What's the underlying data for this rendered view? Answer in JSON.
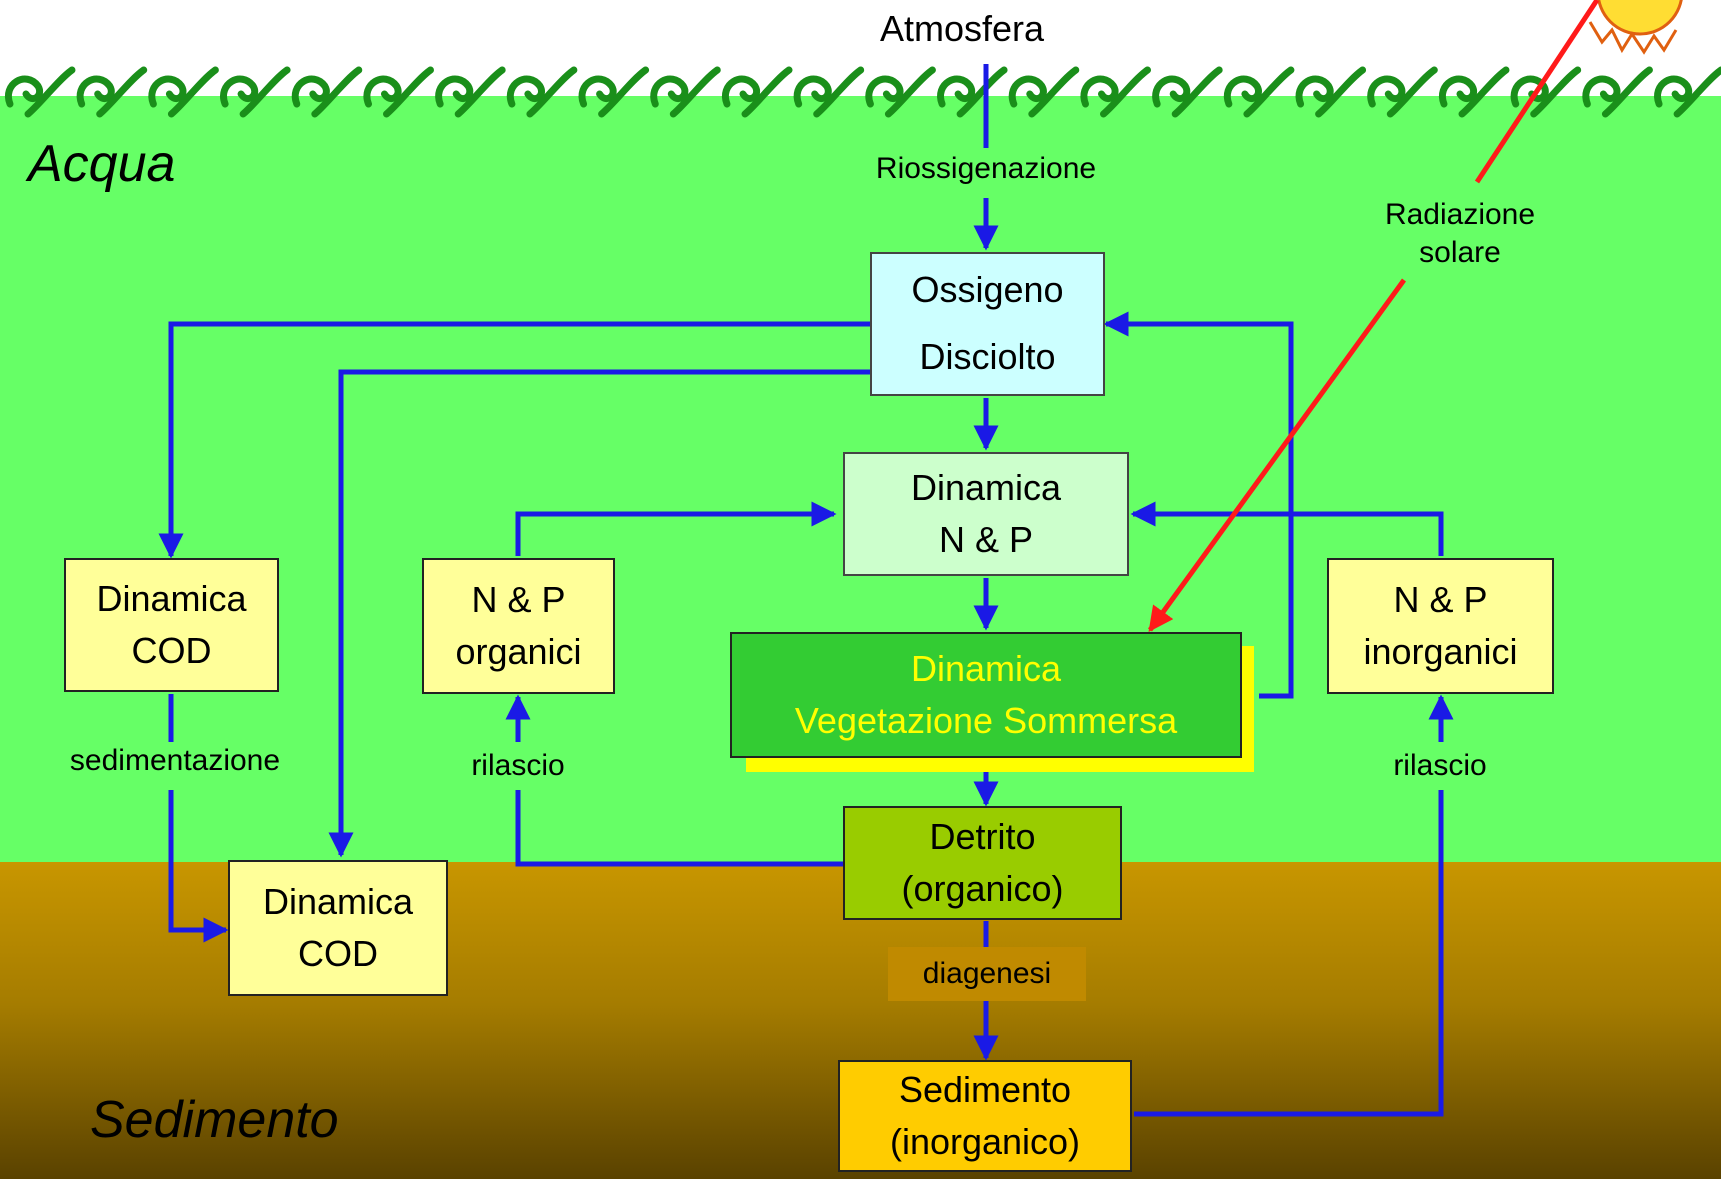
{
  "regions": {
    "atmosphere": "Atmosfera",
    "water": "Acqua",
    "sediment": "Sedimento"
  },
  "nodes": {
    "oxygen": [
      "Ossigeno",
      "Disciolto"
    ],
    "nutrients": [
      "Dinamica",
      "N & P"
    ],
    "cod_water": [
      "Dinamica",
      "COD"
    ],
    "np_organic": [
      "N & P",
      "organici"
    ],
    "vegetation": [
      "Dinamica",
      "Vegetazione Sommersa"
    ],
    "np_inorganic": [
      "N & P",
      "inorganici"
    ],
    "detritus": [
      "Detrito",
      "(organico)"
    ],
    "cod_sediment": [
      "Dinamica",
      "COD"
    ],
    "sediment_box": [
      "Sedimento",
      "(inorganico)"
    ]
  },
  "edge_labels": {
    "reoxygenation": "Riossigenazione",
    "solar": [
      "Radiazione",
      "solare"
    ],
    "sedimentation": "sedimentazione",
    "release_organic": "rilascio",
    "release_inorganic": "rilascio",
    "diagenesis": "diagenesi"
  },
  "colors": {
    "water": "#66ff66",
    "sediment_top": "#c89600",
    "sediment_bottom": "#5a4200",
    "arrow": "#1a1ae6",
    "solar_arrow": "#ff1a1a",
    "box_yellow": "#ffff99",
    "box_oxygen": "#ccffff",
    "box_nutrients": "#ccffcc",
    "box_vegetation": "#33cc33",
    "box_vegetation_text": "#ffff00",
    "box_detritus": "#99cc00",
    "box_sediment": "#ffcc00",
    "wave": "#1a8f1a"
  }
}
